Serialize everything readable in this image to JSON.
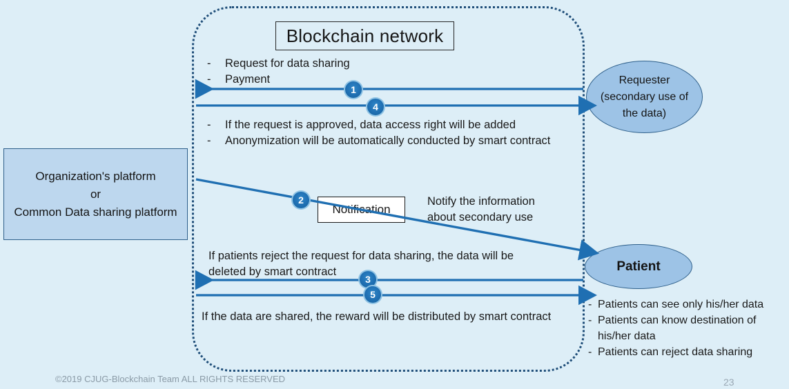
{
  "slide": {
    "background_color": "#ddeef7",
    "accent_color": "#1f6fb2",
    "page_number": "23",
    "copyright": "©2019 CJUG-Blockchain Team ALL RIGHTS RESERVED"
  },
  "network": {
    "title": "Blockchain network"
  },
  "platform_box": {
    "line1": "Organization's platform",
    "line2": "or",
    "line3": "Common Data sharing platform"
  },
  "requester": {
    "line1": "Requester",
    "line2": "(secondary use of",
    "line3": "the data)"
  },
  "patient": {
    "label": "Patient"
  },
  "notification": {
    "label": "Notification"
  },
  "annotations": {
    "request_bullet_1": "Request for data sharing",
    "request_bullet_2": "Payment",
    "approved_bullet_1": "If the request is approved, data access right will be added",
    "approved_bullet_2": "Anonymization will be automatically conducted by smart contract",
    "notify_line1": "Notify the information",
    "notify_line2": "about secondary use",
    "reject_line1": "If patients reject the request for data sharing, the data will be",
    "reject_line2": "deleted by smart contract",
    "reward_line": "If the data are shared, the reward will be distributed by smart contract"
  },
  "patient_notes": [
    {
      "bullet": "-",
      "line1": "Patients can see only his/her data",
      "line2": ""
    },
    {
      "bullet": "-",
      "line1": "Patients can know destination of",
      "line2": "his/her data"
    },
    {
      "bullet": "-",
      "line1": "Patients can reject data sharing",
      "line2": ""
    }
  ],
  "flow_steps": [
    {
      "number": "1",
      "direction": "right-to-left",
      "label": "request-and-payment"
    },
    {
      "number": "4",
      "direction": "left-to-right",
      "label": "approval-and-anonymization"
    },
    {
      "number": "2",
      "direction": "diagonal-down-right",
      "label": "notification-to-patient"
    },
    {
      "number": "3",
      "direction": "right-to-left",
      "label": "patient-rejection"
    },
    {
      "number": "5",
      "direction": "left-to-right",
      "label": "reward-distribution"
    }
  ],
  "bullet_dash": "-"
}
